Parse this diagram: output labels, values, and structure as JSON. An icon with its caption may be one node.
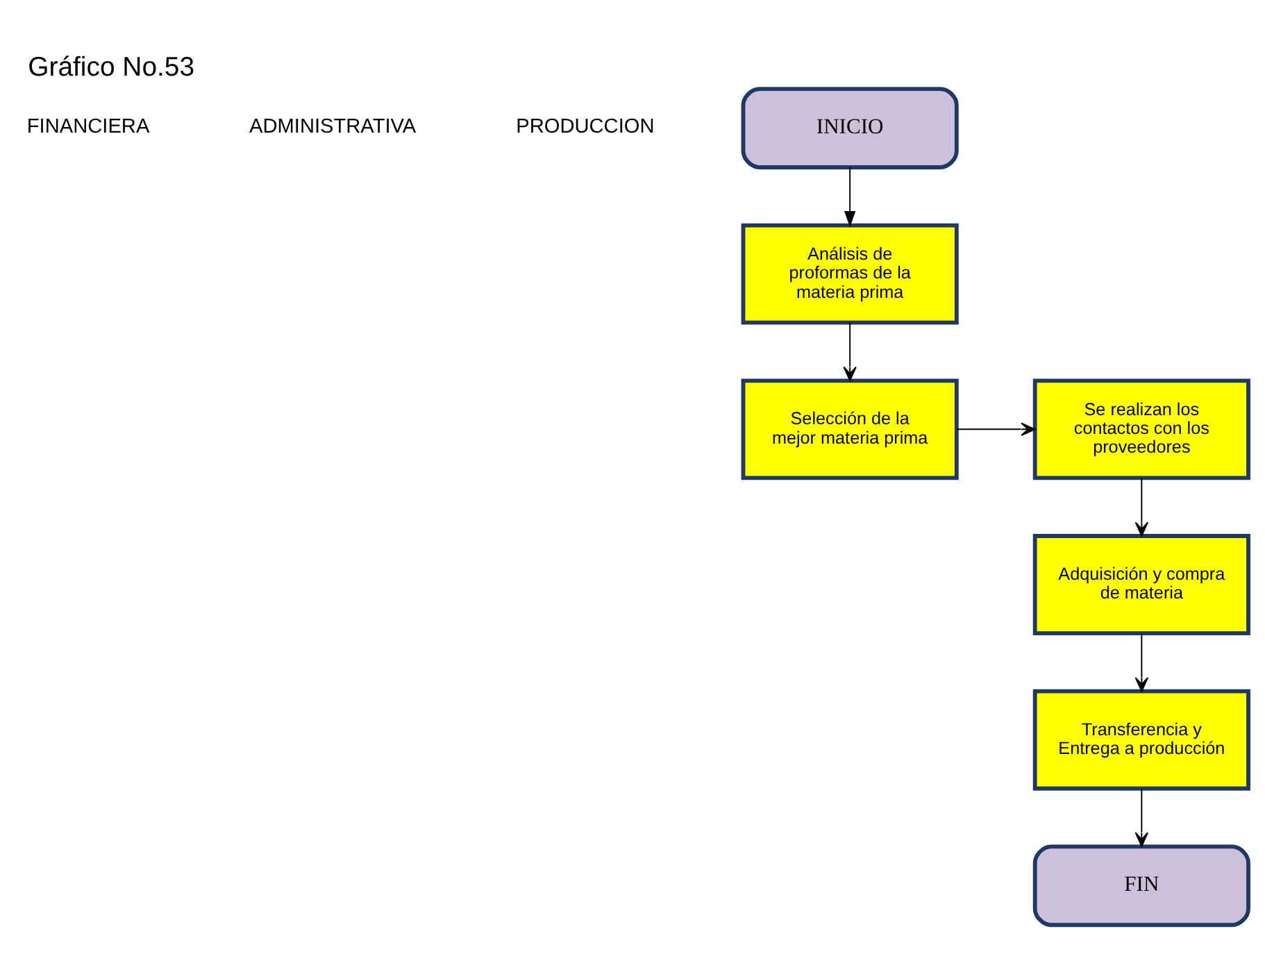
{
  "diagram": {
    "title": "Gráfico No.53",
    "nodes": [
      {
        "text": [
          "INICIO"
        ]
      },
      {
        "text": [
          "Análisis de proformas de la materia prima"
        ]
      },
      {
        "text": [
          "Selección de la mejor materia prima"
        ]
      },
      {
        "text": [
          "Se realizan los contactos con los proveedores"
        ]
      },
      {
        "text": [
          "Adquisición y compra de materia"
        ]
      },
      {
        "text": [
          "Transferencia y Entrega a producción"
        ]
      },
      {
        "text": [
          "FIN"
        ]
      }
    ],
    "edges": [
      {
        "from": 0,
        "to": 1,
        "arrow": "to"
      },
      {
        "from": 1,
        "to": 2,
        "arrow": "to"
      },
      {
        "from": 2,
        "to": 3,
        "arrow": "to"
      },
      {
        "from": 3,
        "to": 4,
        "arrow": "to"
      },
      {
        "from": 4,
        "to": 5,
        "arrow": "to"
      },
      {
        "from": 5,
        "to": 6,
        "arrow": "to"
      }
    ],
    "labels": [
      "FINANCIERA",
      "ADMINISTRATIVA",
      "PRODUCCION"
    ]
  }
}
